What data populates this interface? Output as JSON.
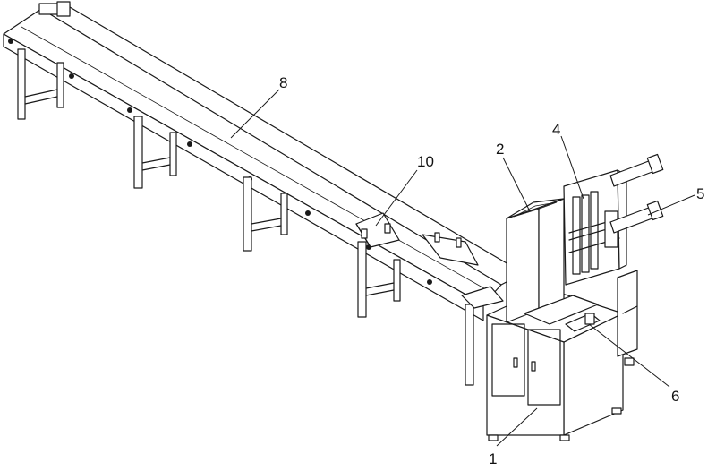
{
  "callouts": [
    {
      "id": "c1",
      "text": "1"
    },
    {
      "id": "c2",
      "text": "2"
    },
    {
      "id": "c4",
      "text": "4"
    },
    {
      "id": "c5",
      "text": "5"
    },
    {
      "id": "c6",
      "text": "6"
    },
    {
      "id": "c8",
      "text": "8"
    },
    {
      "id": "c10",
      "text": "10"
    }
  ]
}
